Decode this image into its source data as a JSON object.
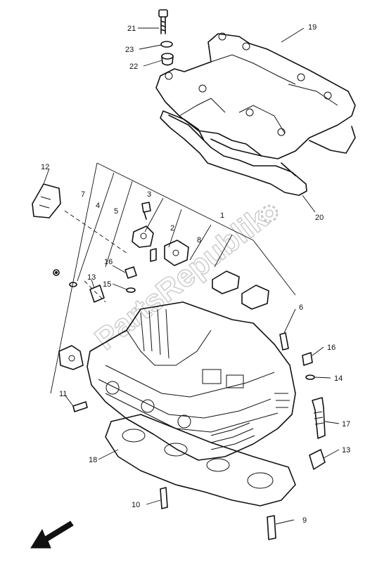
{
  "watermark": "PartsRepublik",
  "callouts": [
    {
      "id": "c1",
      "label": "1"
    },
    {
      "id": "c2",
      "label": "2"
    },
    {
      "id": "c3",
      "label": "3"
    },
    {
      "id": "c4",
      "label": "4"
    },
    {
      "id": "c5",
      "label": "5"
    },
    {
      "id": "c6",
      "label": "6"
    },
    {
      "id": "c7",
      "label": "7"
    },
    {
      "id": "c8",
      "label": "8"
    },
    {
      "id": "c9",
      "label": "9"
    },
    {
      "id": "c10",
      "label": "10"
    },
    {
      "id": "c11",
      "label": "11"
    },
    {
      "id": "c12",
      "label": "12"
    },
    {
      "id": "c13a",
      "label": "13"
    },
    {
      "id": "c13b",
      "label": "13"
    },
    {
      "id": "c14",
      "label": "14"
    },
    {
      "id": "c15",
      "label": "15"
    },
    {
      "id": "c16a",
      "label": "16"
    },
    {
      "id": "c16b",
      "label": "16"
    },
    {
      "id": "c17",
      "label": "17"
    },
    {
      "id": "c18",
      "label": "18"
    },
    {
      "id": "c19",
      "label": "19"
    },
    {
      "id": "c20",
      "label": "20"
    },
    {
      "id": "c21",
      "label": "21"
    },
    {
      "id": "c22",
      "label": "22"
    },
    {
      "id": "c23",
      "label": "23"
    }
  ]
}
